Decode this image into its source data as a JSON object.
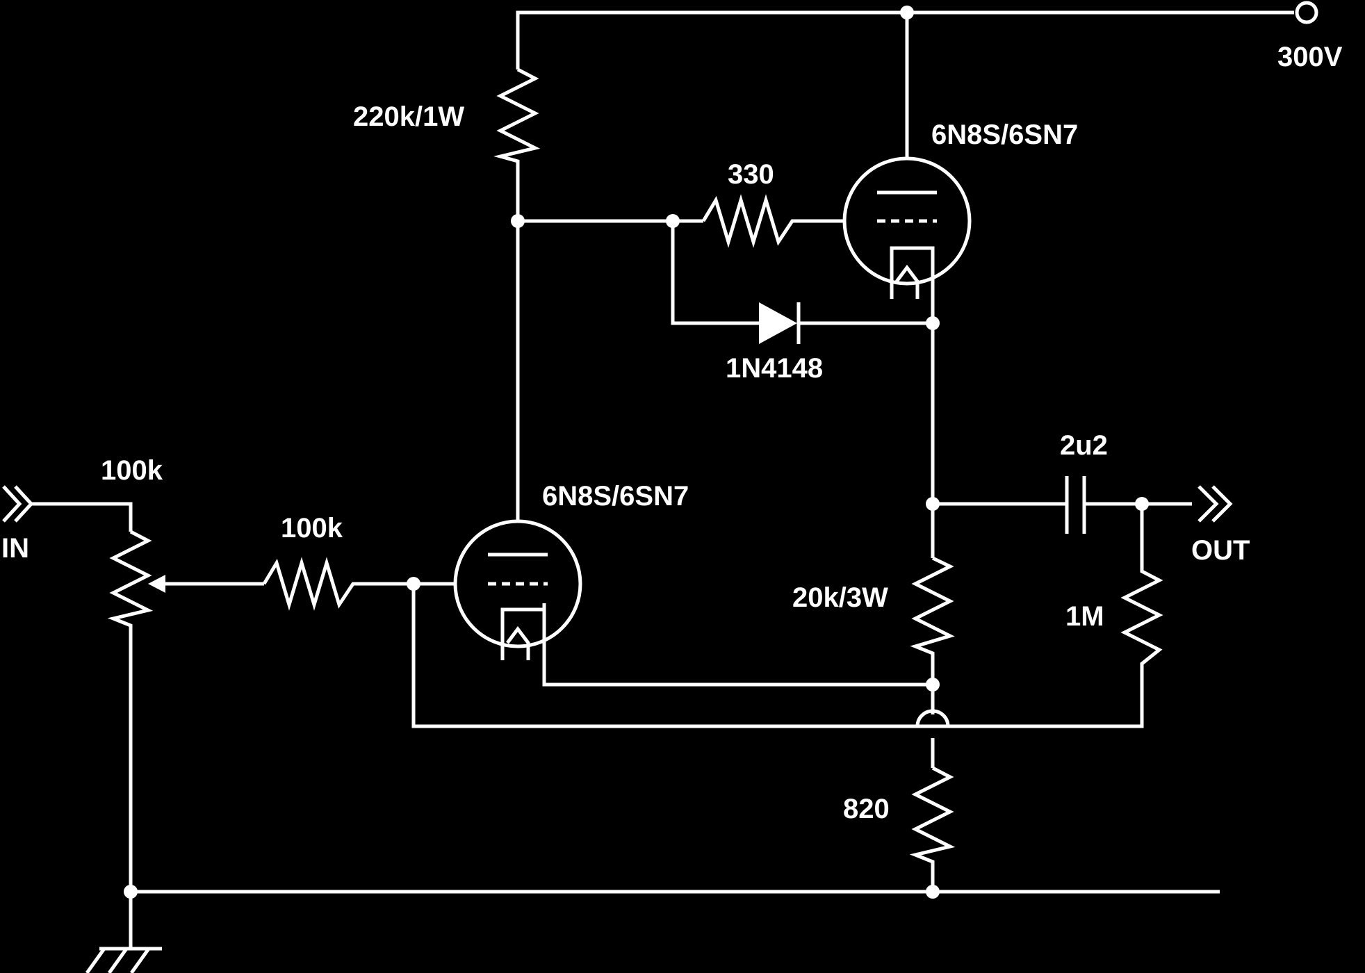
{
  "colors": {
    "background": "#000000",
    "foreground": "#ffffff"
  },
  "supply": {
    "label": "300V"
  },
  "upper_tube": {
    "label": "6N8S/6SN7"
  },
  "lower_tube": {
    "label": "6N8S/6SN7"
  },
  "plate_resistor": {
    "label": "220k/1W"
  },
  "grid_stopper_upper": {
    "label": "330"
  },
  "diode": {
    "label": "1N4148"
  },
  "volume_pot": {
    "label": "100k"
  },
  "grid_stopper_lower": {
    "label": "100k"
  },
  "output_cap": {
    "label": "2u2"
  },
  "load_resistor": {
    "label": "20k/3W"
  },
  "output_bleeder": {
    "label": "1M"
  },
  "cathode_resistor": {
    "label": "820"
  },
  "input": {
    "label": "IN"
  },
  "output": {
    "label": "OUT"
  }
}
